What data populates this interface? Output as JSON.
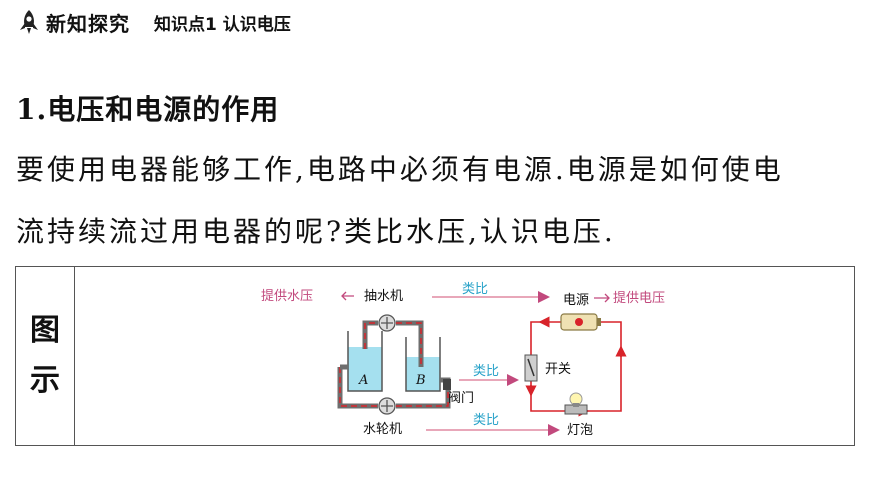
{
  "header": {
    "title": "新知探究",
    "subtitle": "知识点1  认识电压"
  },
  "section": {
    "title": "1.电压和电源的作用"
  },
  "paragraph": {
    "line1": "要使用电器能够工作,电路中必须有电源.电源是如何使电",
    "line2": "流持续流过用电器的呢?类比水压,认识电压."
  },
  "table": {
    "label_chars": [
      "图",
      "示"
    ]
  },
  "diagram": {
    "water_pressure_label": "提供水压",
    "pump_label": "抽水机",
    "analogy_label": "类比",
    "power_label": "电源",
    "voltage_label": "提供电压",
    "cup_a": "A",
    "cup_b": "B",
    "switch_label": "开关",
    "valve_label": "阀门",
    "turbine_label": "水轮机",
    "bulb_label": "灯泡",
    "colors": {
      "pink": "#c2497d",
      "analogy": "#2aa3c9",
      "wire": "#d8232a",
      "pipe": "#6e6e6e",
      "water": "#7fd3e8"
    }
  }
}
